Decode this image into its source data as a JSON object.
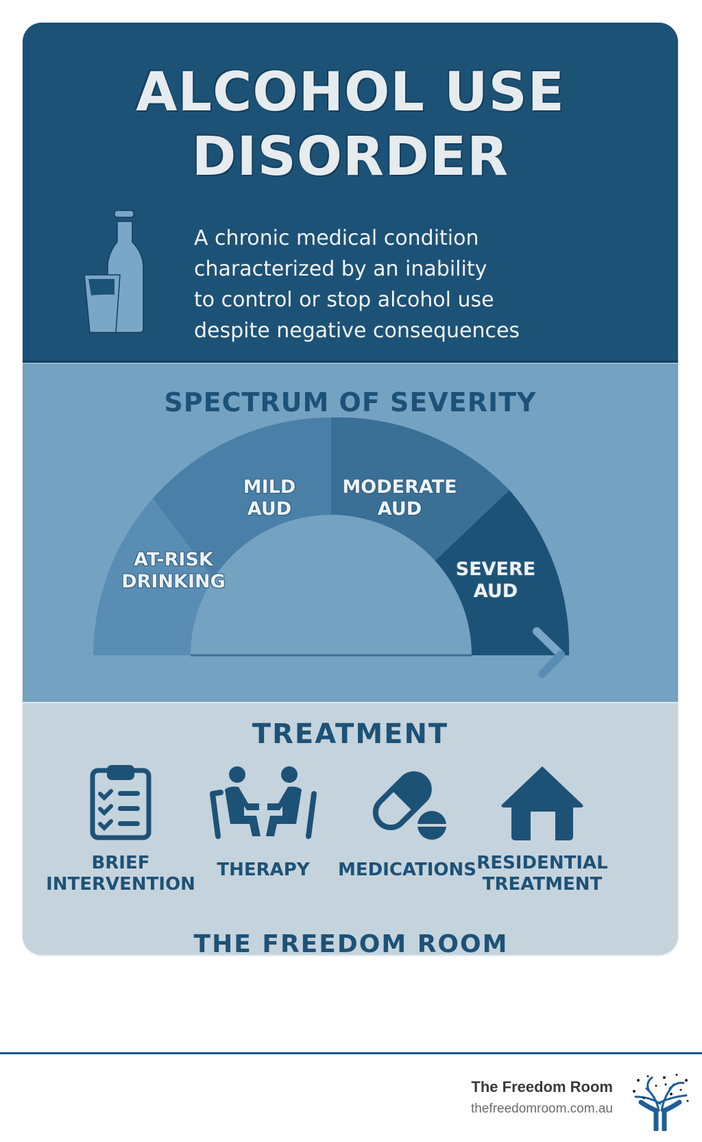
{
  "header": {
    "title_line1": "ALCOHOL USE",
    "title_line2": "DISORDER",
    "icon": "bottle-and-glass-icon",
    "description_lines": [
      "A chronic medical condition",
      "characterized by an inability",
      "to control or stop alcohol use",
      "despite negative consequences"
    ]
  },
  "spectrum": {
    "title": "SPECTRUM OF SEVERITY",
    "segments": [
      {
        "line1": "AT-RISK",
        "line2": "DRINKING",
        "color": "#5a8db3"
      },
      {
        "line1": "MILD",
        "line2": "AUD",
        "color": "#4a80a8"
      },
      {
        "line1": "MODERATE",
        "line2": "AUD",
        "color": "#3a6f96"
      },
      {
        "line1": "SEVERE",
        "line2": "AUD",
        "color": "#1d5277"
      }
    ],
    "arrow_icon": "chevron-right-icon"
  },
  "treatment": {
    "title": "TREATMENT",
    "items": [
      {
        "line1": "BRIEF",
        "line2": "INTERVENTION",
        "icon": "clipboard-checklist-icon"
      },
      {
        "line1": "THERAPY",
        "line2": "",
        "icon": "two-people-seated-icon"
      },
      {
        "line1": "MEDICATIONS",
        "line2": "",
        "icon": "pill-capsule-icon"
      },
      {
        "line1": "RESIDENTIAL",
        "line2": "TREATMENT",
        "icon": "house-icon"
      }
    ]
  },
  "brand": "THE FREEDOM ROOM",
  "footer": {
    "name": "The Freedom Room",
    "url": "thefreedomroom.com.au",
    "logo": "tree-hands-logo-icon"
  },
  "colors": {
    "dark_blue": "#1d5277",
    "mid_blue": "#74a2c1",
    "light_blue": "#c5d3dd",
    "rule_blue": "#0f5491"
  }
}
